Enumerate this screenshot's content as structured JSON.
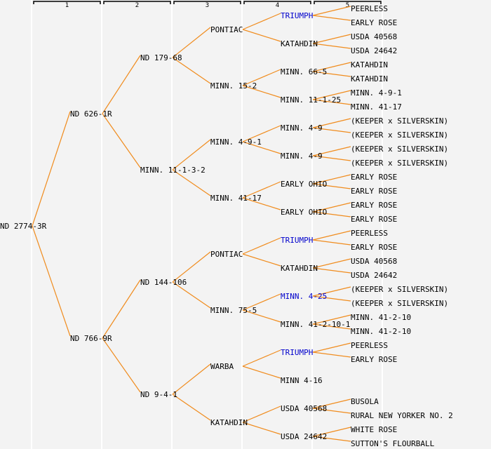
{
  "title": "Pedigree: ND 2774-3R",
  "colors": {
    "edge": "#f08c1e",
    "highlight": "#0000cc",
    "text": "#000000",
    "background": "#f3f3f3"
  },
  "generations": [
    "1",
    "2",
    "3",
    "4",
    "5"
  ],
  "tree": {
    "name": "ND 2774-3R",
    "children": [
      {
        "name": "ND 626-1R",
        "children": [
          {
            "name": "ND 179-68",
            "children": [
              {
                "name": "PONTIAC",
                "children": [
                  {
                    "name": "TRIUMPH",
                    "highlight": true,
                    "children": [
                      {
                        "name": "PEERLESS"
                      },
                      {
                        "name": "EARLY ROSE"
                      }
                    ]
                  },
                  {
                    "name": "KATAHDIN",
                    "children": [
                      {
                        "name": "USDA 40568"
                      },
                      {
                        "name": "USDA 24642"
                      }
                    ]
                  }
                ]
              },
              {
                "name": "MINN. 15-2",
                "children": [
                  {
                    "name": "MINN. 66-5",
                    "children": [
                      {
                        "name": "KATAHDIN"
                      },
                      {
                        "name": "KATAHDIN"
                      }
                    ]
                  },
                  {
                    "name": "MINN. 11-1-25",
                    "children": [
                      {
                        "name": "MINN. 4-9-1"
                      },
                      {
                        "name": "MINN. 41-17"
                      }
                    ]
                  }
                ]
              }
            ]
          },
          {
            "name": "MINN. 11-1-3-2",
            "children": [
              {
                "name": "MINN. 4-9-1",
                "children": [
                  {
                    "name": "MINN. 4-9",
                    "children": [
                      {
                        "name": "(KEEPER x SILVERSKIN)"
                      },
                      {
                        "name": "(KEEPER x SILVERSKIN)"
                      }
                    ]
                  },
                  {
                    "name": "MINN. 4-9",
                    "children": [
                      {
                        "name": "(KEEPER x SILVERSKIN)"
                      },
                      {
                        "name": "(KEEPER x SILVERSKIN)"
                      }
                    ]
                  }
                ]
              },
              {
                "name": "MINN. 41-17",
                "children": [
                  {
                    "name": "EARLY OHIO",
                    "children": [
                      {
                        "name": "EARLY ROSE"
                      },
                      {
                        "name": "EARLY ROSE"
                      }
                    ]
                  },
                  {
                    "name": "EARLY OHIO",
                    "children": [
                      {
                        "name": "EARLY ROSE"
                      },
                      {
                        "name": "EARLY ROSE"
                      }
                    ]
                  }
                ]
              }
            ]
          }
        ]
      },
      {
        "name": "ND 766-9R",
        "children": [
          {
            "name": "ND 144-106",
            "children": [
              {
                "name": "PONTIAC",
                "children": [
                  {
                    "name": "TRIUMPH",
                    "highlight": true,
                    "children": [
                      {
                        "name": "PEERLESS"
                      },
                      {
                        "name": "EARLY ROSE"
                      }
                    ]
                  },
                  {
                    "name": "KATAHDIN",
                    "children": [
                      {
                        "name": "USDA 40568"
                      },
                      {
                        "name": "USDA 24642"
                      }
                    ]
                  }
                ]
              },
              {
                "name": "MINN. 75-5",
                "children": [
                  {
                    "name": "MINN. 4-25",
                    "highlight": true,
                    "children": [
                      {
                        "name": "(KEEPER x SILVERSKIN)"
                      },
                      {
                        "name": "(KEEPER x SILVERSKIN)"
                      }
                    ]
                  },
                  {
                    "name": "MINN. 41-2-10-1",
                    "children": [
                      {
                        "name": "MINN. 41-2-10"
                      },
                      {
                        "name": "MINN. 41-2-10"
                      }
                    ]
                  }
                ]
              }
            ]
          },
          {
            "name": "ND 9-4-1",
            "children": [
              {
                "name": "WARBA",
                "children": [
                  {
                    "name": "TRIUMPH",
                    "highlight": true,
                    "children": [
                      {
                        "name": "PEERLESS"
                      },
                      {
                        "name": "EARLY ROSE"
                      }
                    ]
                  },
                  {
                    "name": "MINN 4-16"
                  }
                ]
              },
              {
                "name": "KATAHDIN",
                "children": [
                  {
                    "name": "USDA 40568",
                    "children": [
                      {
                        "name": "BUSOLA"
                      },
                      {
                        "name": "RURAL NEW YORKER NO. 2"
                      }
                    ]
                  },
                  {
                    "name": "USDA 24642",
                    "children": [
                      {
                        "name": "WHITE ROSE"
                      },
                      {
                        "name": "SUTTON'S FLOURBALL"
                      }
                    ]
                  }
                ]
              }
            ]
          }
        ]
      }
    ]
  }
}
